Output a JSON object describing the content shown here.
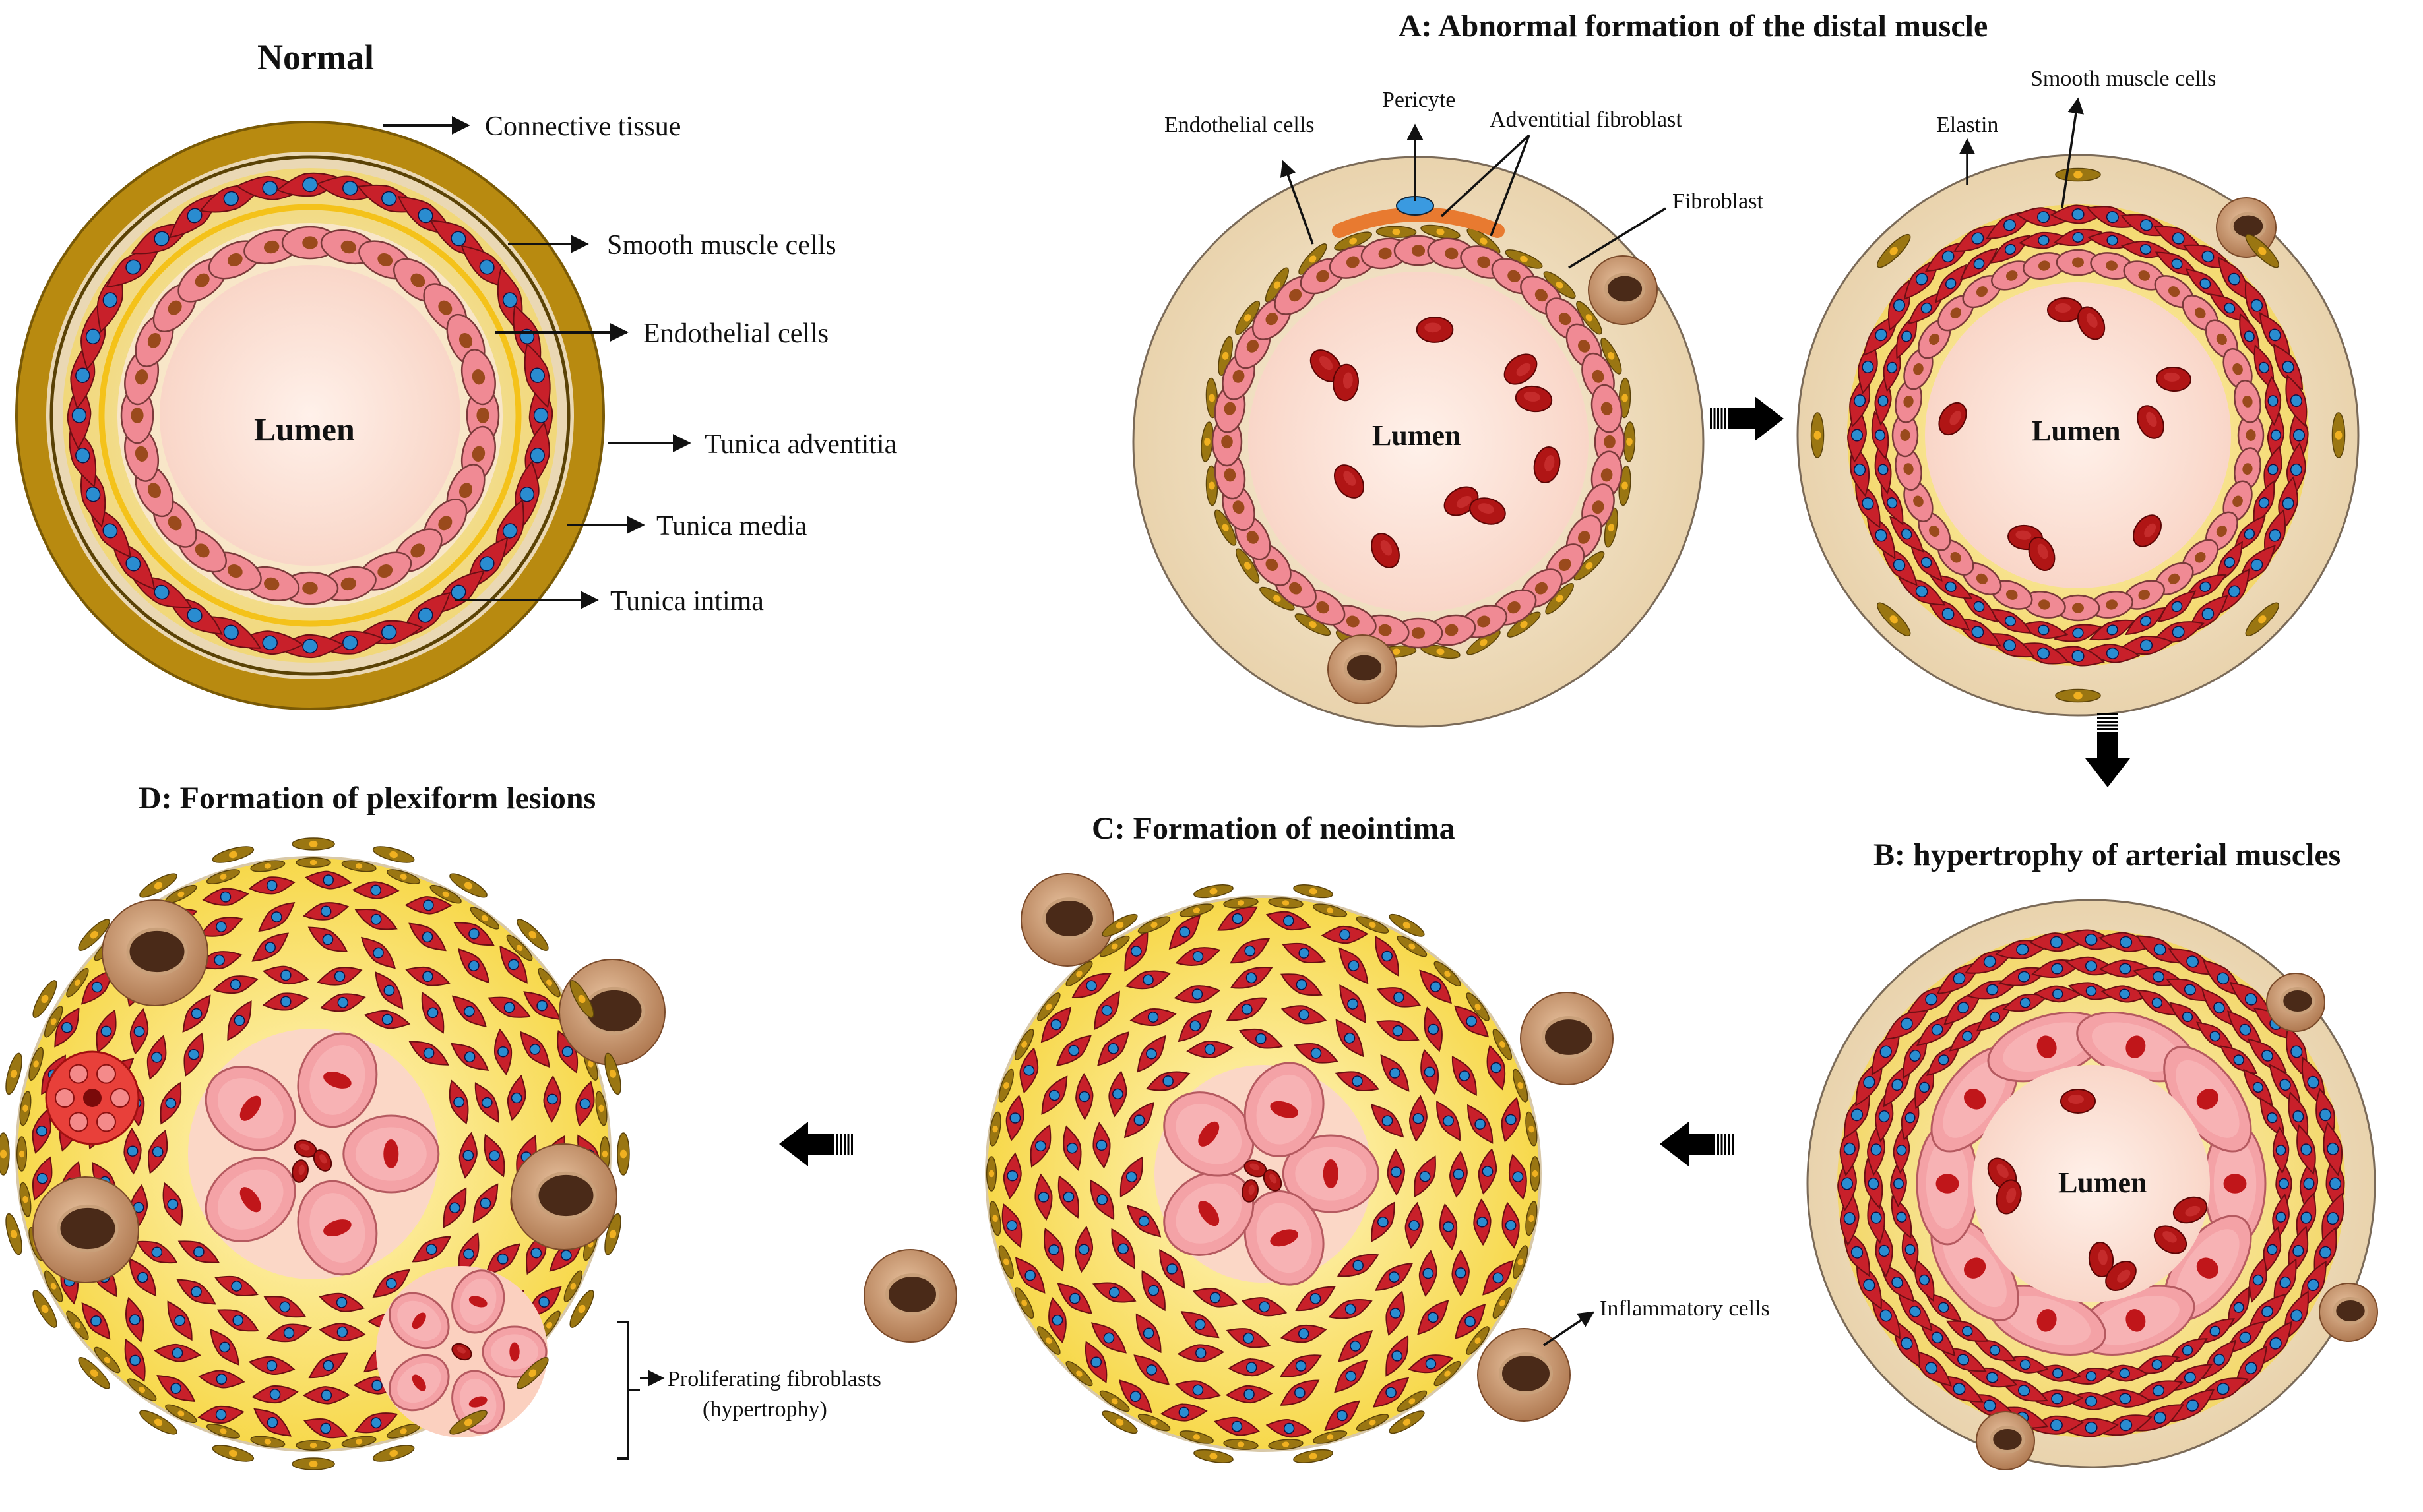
{
  "normal": {
    "title": "Normal",
    "lumen": "Lumen",
    "labels": {
      "connective": "Connective tissue",
      "smooth": "Smooth muscle cells",
      "endothelial": "Endothelial cells",
      "adventitia": "Tunica adventitia",
      "media": "Tunica media",
      "intima": "Tunica intima"
    }
  },
  "panel_a": {
    "title": "A: Abnormal formation of the distal muscle",
    "lumen_left": "Lumen",
    "lumen_right": "Lumen",
    "labels": {
      "endothelial": "Endothelial cells",
      "pericyte": "Pericyte",
      "adventitial_fibroblast": "Adventitial fibroblast",
      "fibroblast": "Fibroblast",
      "elastin": "Elastin",
      "smooth": "Smooth muscle cells"
    }
  },
  "panel_b": {
    "title": "B: hypertrophy of arterial muscles",
    "lumen": "Lumen"
  },
  "panel_c": {
    "title": "C: Formation of neointima",
    "inflammatory": "Inflammatory cells"
  },
  "panel_d": {
    "title": "D: Formation of plexiform lesions",
    "proliferating_line1": "Proliferating fibroblasts",
    "proliferating_line2": "(hypertrophy)"
  },
  "colors": {
    "connective": "#b88a10",
    "tissue": "#f3e3c8",
    "lumen": "#fbe0d6",
    "endothelial": "#f08a94",
    "smooth_muscle": "#c8202a",
    "nucleus": "#2a8cd0",
    "rbc": "#b01515",
    "elastin": "#f4c21a",
    "fibroblast": "#9a7612",
    "inflammatory": "#c9926a",
    "inflammatory_nucleus": "#4a2a18"
  }
}
